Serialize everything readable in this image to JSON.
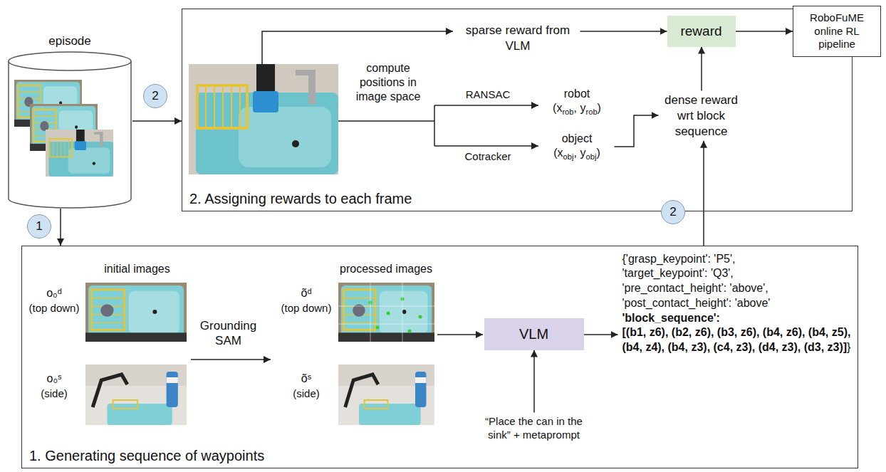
{
  "diagram": {
    "nodes": [
      {
        "text": [
          "episode"
        ]
      },
      {
        "text": [
          "2. Assigning rewards to each frame"
        ]
      },
      {
        "text": [
          "sparse reward from VLM"
        ],
        "in": 1
      },
      {
        "text": [
          "robot",
          "(x",
          "rob",
          ", y",
          "rob",
          ")"
        ],
        "in": 1
      },
      {
        "text": [
          "object",
          "(x",
          "obj",
          ", y",
          "obj",
          ")"
        ],
        "in": 1
      },
      {
        "text": [
          "reward"
        ],
        "in": 1
      },
      {
        "text": [
          "dense reward wrt block sequence"
        ],
        "in": 1
      },
      {
        "text": [
          "RoboFuME online RL pipeline"
        ]
      },
      {
        "text": [
          "1. Generating sequence of waypoints"
        ]
      },
      {
        "text": [
          "VLM"
        ],
        "in": 8
      },
      {
        "text": [
          "“Place the can in the sink” + metaprompt"
        ],
        "in": 8
      },
      {
        "text": [
          "{'grasp_keypoint': 'P5',",
          "'target_keypoint': 'Q3',",
          "'pre_contact_height': 'above',",
          "'post_contact_height': 'above'",
          "'block_sequence':",
          "[(b1, z6), (b2, z6), (b3, z6), (b4, z6), (b4, z5), (b4, z4), (b4, z3), (c4, z3), (d4, z3), (d3, z3)]",
          "}"
        ],
        "in": 8
      }
    ],
    "edges": [
      {
        "from": 0,
        "to": 1,
        "arrow": "to"
      },
      {
        "from": 0,
        "to": 8,
        "arrow": "to"
      },
      {
        "from": 2,
        "to": 5,
        "arrow": "to"
      },
      {
        "from": 4,
        "to": 6,
        "arrow": "to"
      },
      {
        "from": 6,
        "to": 5,
        "arrow": "to"
      },
      {
        "from": 5,
        "to": 7,
        "arrow": "to"
      },
      {
        "from": 8,
        "to": 6,
        "arrow": "to"
      },
      {
        "from": 9,
        "to": 11,
        "arrow": "to"
      },
      {
        "from": 10,
        "to": 9,
        "arrow": "to"
      }
    ],
    "labels": [
      "initial images",
      "o₀ᵈ",
      "(top down)",
      "o₀ˢ",
      "(side)",
      "Grounding SAM",
      "processed images",
      "õᵈ",
      "(top down)",
      "õˢ",
      "(side)",
      "compute positions in image space",
      "RANSAC",
      "Cotracker",
      "2",
      "1",
      "2"
    ]
  }
}
